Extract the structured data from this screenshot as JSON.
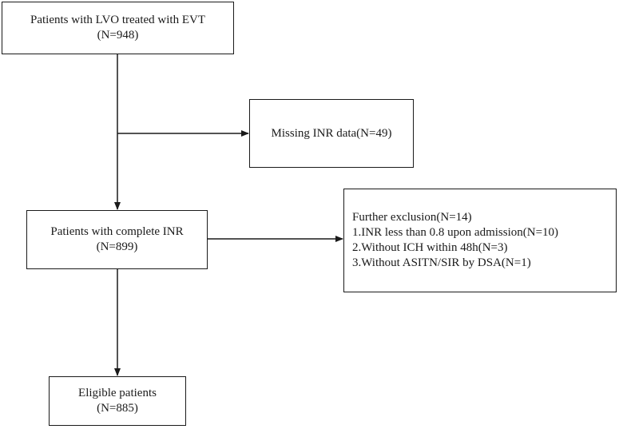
{
  "boxes": {
    "start": {
      "title": "Patients with LVO treated with EVT",
      "count": "(N=948)"
    },
    "missing": {
      "text": "Missing INR data(N=49)"
    },
    "complete": {
      "title": "Patients with complete INR",
      "count": "(N=899)"
    },
    "further": {
      "title": "Further exclusion(N=14)",
      "items": [
        "1.INR less than 0.8 upon admission(N=10)",
        "2.Without ICH within 48h(N=3)",
        "3.Without ASITN/SIR by DSA(N=1)"
      ]
    },
    "eligible": {
      "title": "Eligible patients",
      "count": "(N=885)"
    }
  }
}
